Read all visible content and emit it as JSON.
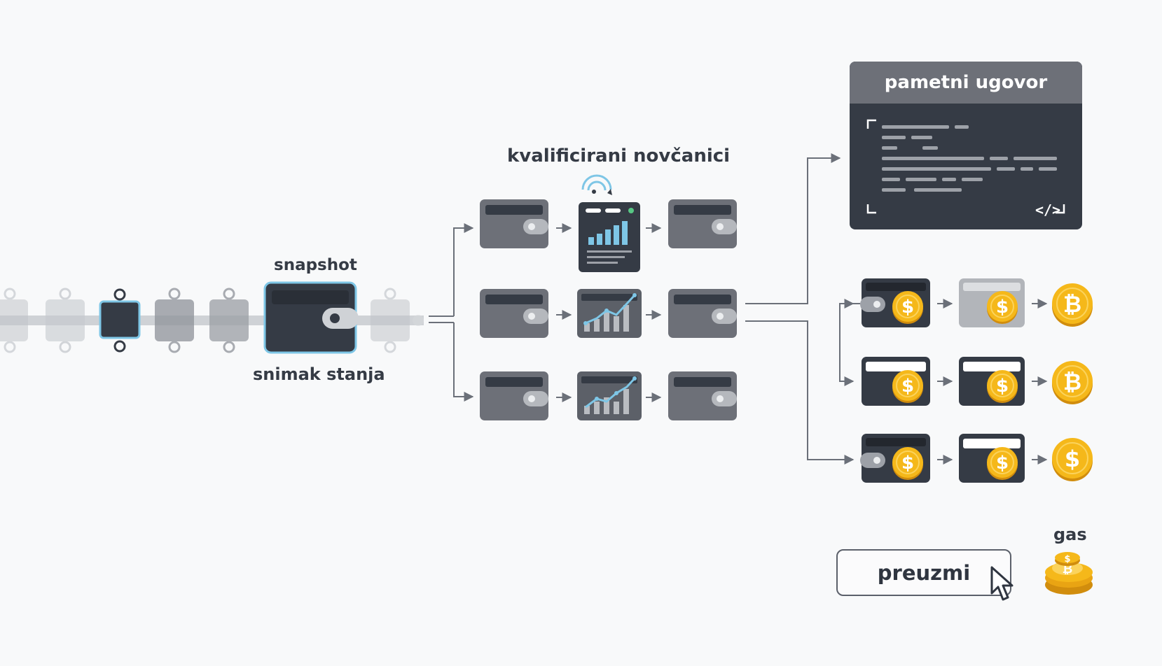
{
  "labels": {
    "snapshot": "snapshot",
    "snapshot_sub": "snimak stanja",
    "qualified_wallets": "kvalificirani novčanici",
    "smart_contract": "pametni ugovor",
    "code_tag": "</>",
    "gas": "gas"
  },
  "claim_button": {
    "label": "preuzmi"
  },
  "icons": {
    "chain": "blockchain-block-icon",
    "wallet": "wallet-icon",
    "monitor": "monitor-icon",
    "chart": "growth-chart-icon",
    "coin_dollar": "dollar-coin-icon",
    "coin_bitcoin": "bitcoin-coin-icon",
    "coin_stack": "gas-coin-stack-icon",
    "cursor": "mouse-cursor-icon",
    "signal": "signal-icon"
  },
  "coin_symbols": {
    "dollar": "$",
    "bitcoin": "₿"
  },
  "colors": {
    "background": "#f8f9fa",
    "dark": "#353b45",
    "wallet_gray": "#6d7078",
    "accent_blue": "#7ec6e6",
    "coin_gold": "#f5b81a",
    "connector": "#6b7079"
  }
}
